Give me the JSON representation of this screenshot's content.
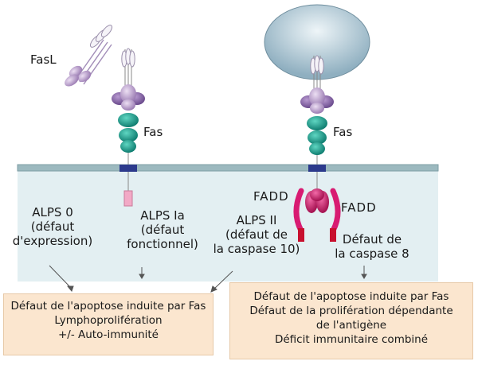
{
  "labels": {
    "fasl": "FasL",
    "fas_left": "Fas",
    "fas_right": "Fas",
    "fadd_left": "FADD",
    "fadd_right": "FADD"
  },
  "alps0": {
    "l1": "ALPS 0",
    "l2": "(défaut",
    "l3": "d'expression)"
  },
  "alps1a": {
    "l1": "ALPS Ia",
    "l2": "(défaut",
    "l3": "fonctionnel)"
  },
  "alps2": {
    "l1": "ALPS II",
    "l2": "(défaut de",
    "l3": "la caspase 10)"
  },
  "caspase8": {
    "l1": "Défaut de",
    "l2": "la caspase 8"
  },
  "box_left": {
    "l1": "Défaut de l'apoptose induite par Fas",
    "l2": "Lymphoprolifération",
    "l3": "+/- Auto-immunité"
  },
  "box_right": {
    "l1": "Défaut de l'apoptose induite par Fas",
    "l2": "Défaut de la prolifération dépendante",
    "l3": "de l'antigène",
    "l4": "Déficit immunitaire combiné"
  },
  "colors": {
    "membrane": "#9cb9bf",
    "cytoplasm": "#e3eff2",
    "box_fill": "#fbe6cf",
    "fas_teal": "#1d9c8c",
    "receptor_lilac": "#b79cc8",
    "fadd_magenta": "#d81b72",
    "caspase_red": "#c8102e",
    "cell_fill": "#b8cdd8"
  }
}
